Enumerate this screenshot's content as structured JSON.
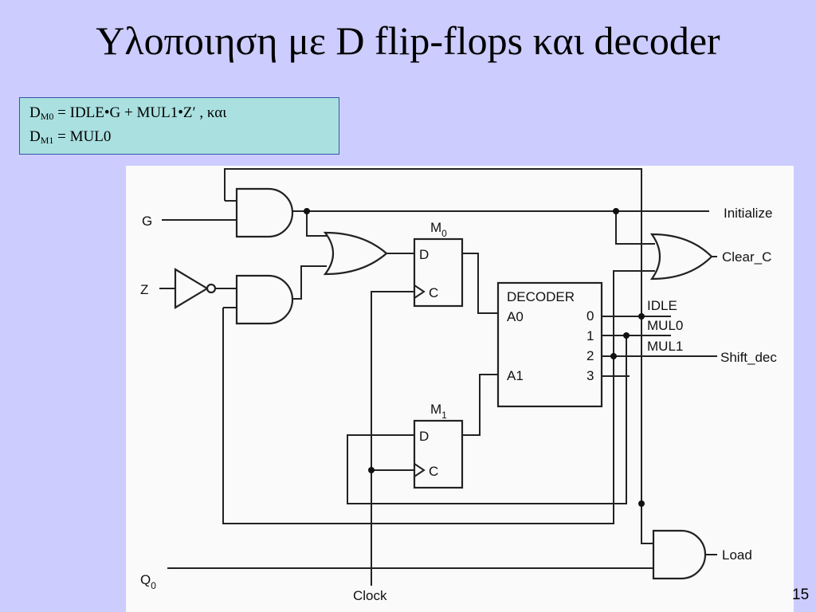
{
  "slide": {
    "title": "Υλοποιηση με D flip-flops και decoder",
    "page_number": "15"
  },
  "equations": {
    "line1": {
      "var": "D",
      "sub": "M0",
      "expr": " =  IDLE•G + MUL1•Z′ , και"
    },
    "line2": {
      "var": "D",
      "sub": "M1",
      "expr": " = MUL0"
    }
  },
  "circuit": {
    "inputs": {
      "g": "G",
      "z": "Z",
      "q0": "Q",
      "q0_sub": "0",
      "clock": "Clock"
    },
    "flipflops": {
      "m0": {
        "name": "M",
        "sub": "0",
        "d": "D",
        "c": "C"
      },
      "m1": {
        "name": "M",
        "sub": "1",
        "d": "D",
        "c": "C"
      }
    },
    "decoder": {
      "title": "DECODER",
      "a0": "A0",
      "a1": "A1",
      "outputs": [
        "0",
        "1",
        "2",
        "3"
      ]
    },
    "state_labels": [
      "IDLE",
      "MUL0",
      "MUL1"
    ],
    "outputs": {
      "initialize": "Initialize",
      "clear_c": "Clear_C",
      "shift_dec": "Shift_dec",
      "load": "Load"
    }
  }
}
